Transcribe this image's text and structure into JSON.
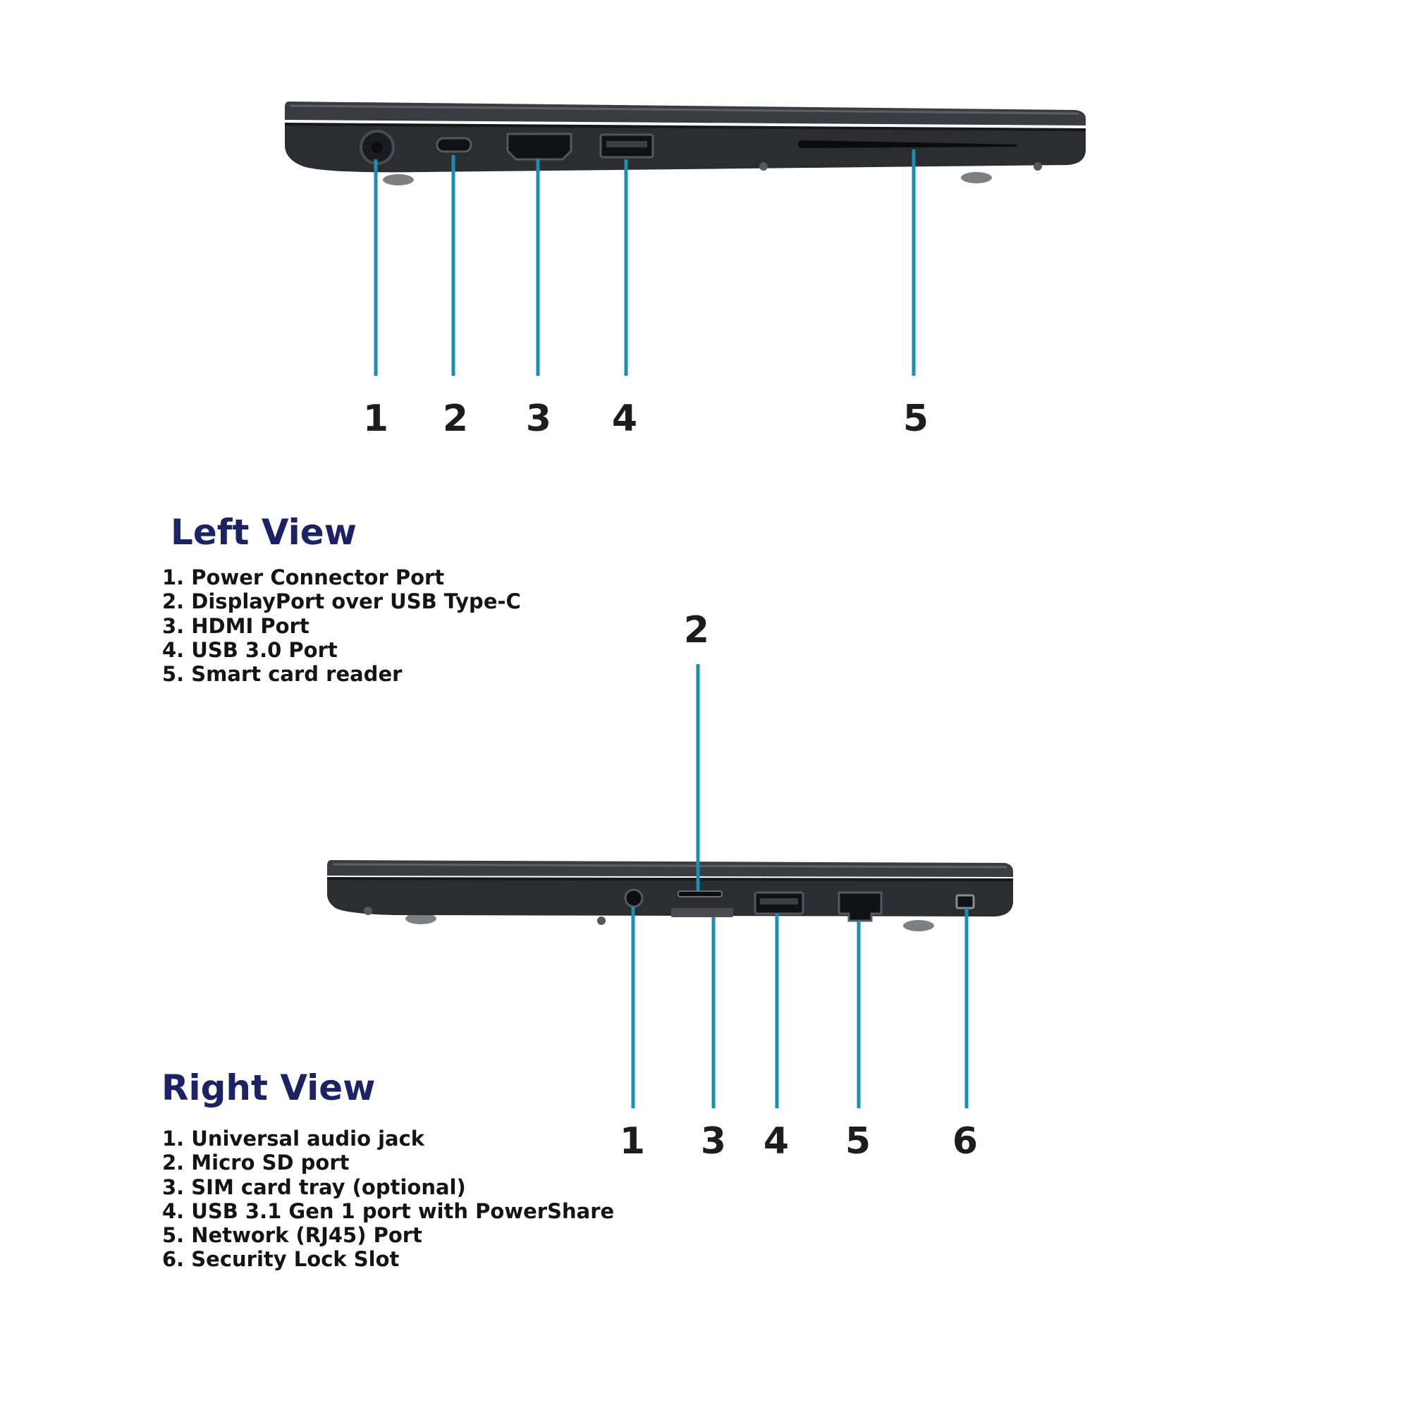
{
  "left_view": {
    "title": "Left View",
    "callouts": [
      "1",
      "2",
      "3",
      "4",
      "5"
    ],
    "legend": [
      "1. Power Connector Port",
      "2. DisplayPort over USB Type-C",
      "3. HDMI Port",
      "4. USB 3.0 Port",
      "5. Smart card reader"
    ]
  },
  "right_view": {
    "title": "Right View",
    "callouts": [
      "1",
      "2",
      "3",
      "4",
      "5",
      "6"
    ],
    "legend": [
      "1. Universal audio jack",
      "2. Micro SD port",
      "3. SIM card tray (optional)",
      "4. USB 3.1 Gen 1 port with PowerShare",
      "5. Network (RJ45) Port",
      "6. Security Lock Slot"
    ]
  },
  "colors": {
    "title": "#1b2366",
    "leader_line": "#1a8fb3",
    "laptop_body": "#2b2d31",
    "laptop_lid": "#3a3c41"
  }
}
